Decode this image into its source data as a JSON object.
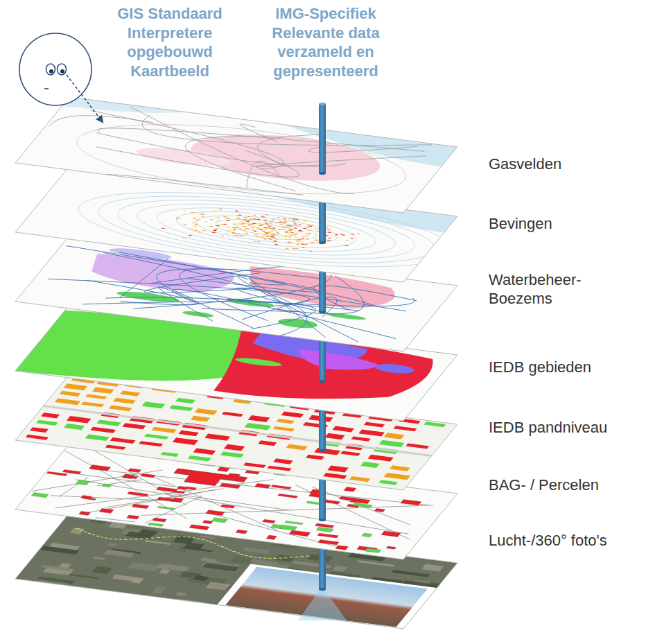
{
  "diagram": {
    "labels": [
      "GIS Standaard Interpretere opgebouwd Kaartbeeld",
      "IMG-Specifiek Relevante data verzameld en gepresenteerd",
      "Gasvelden",
      "Bevingen",
      "Waterbeheer- Boezems",
      "IEDB gebieden",
      "IEDB pandniveau",
      "BAG- / Percelen",
      "Lucht-/360° foto's"
    ]
  }
}
